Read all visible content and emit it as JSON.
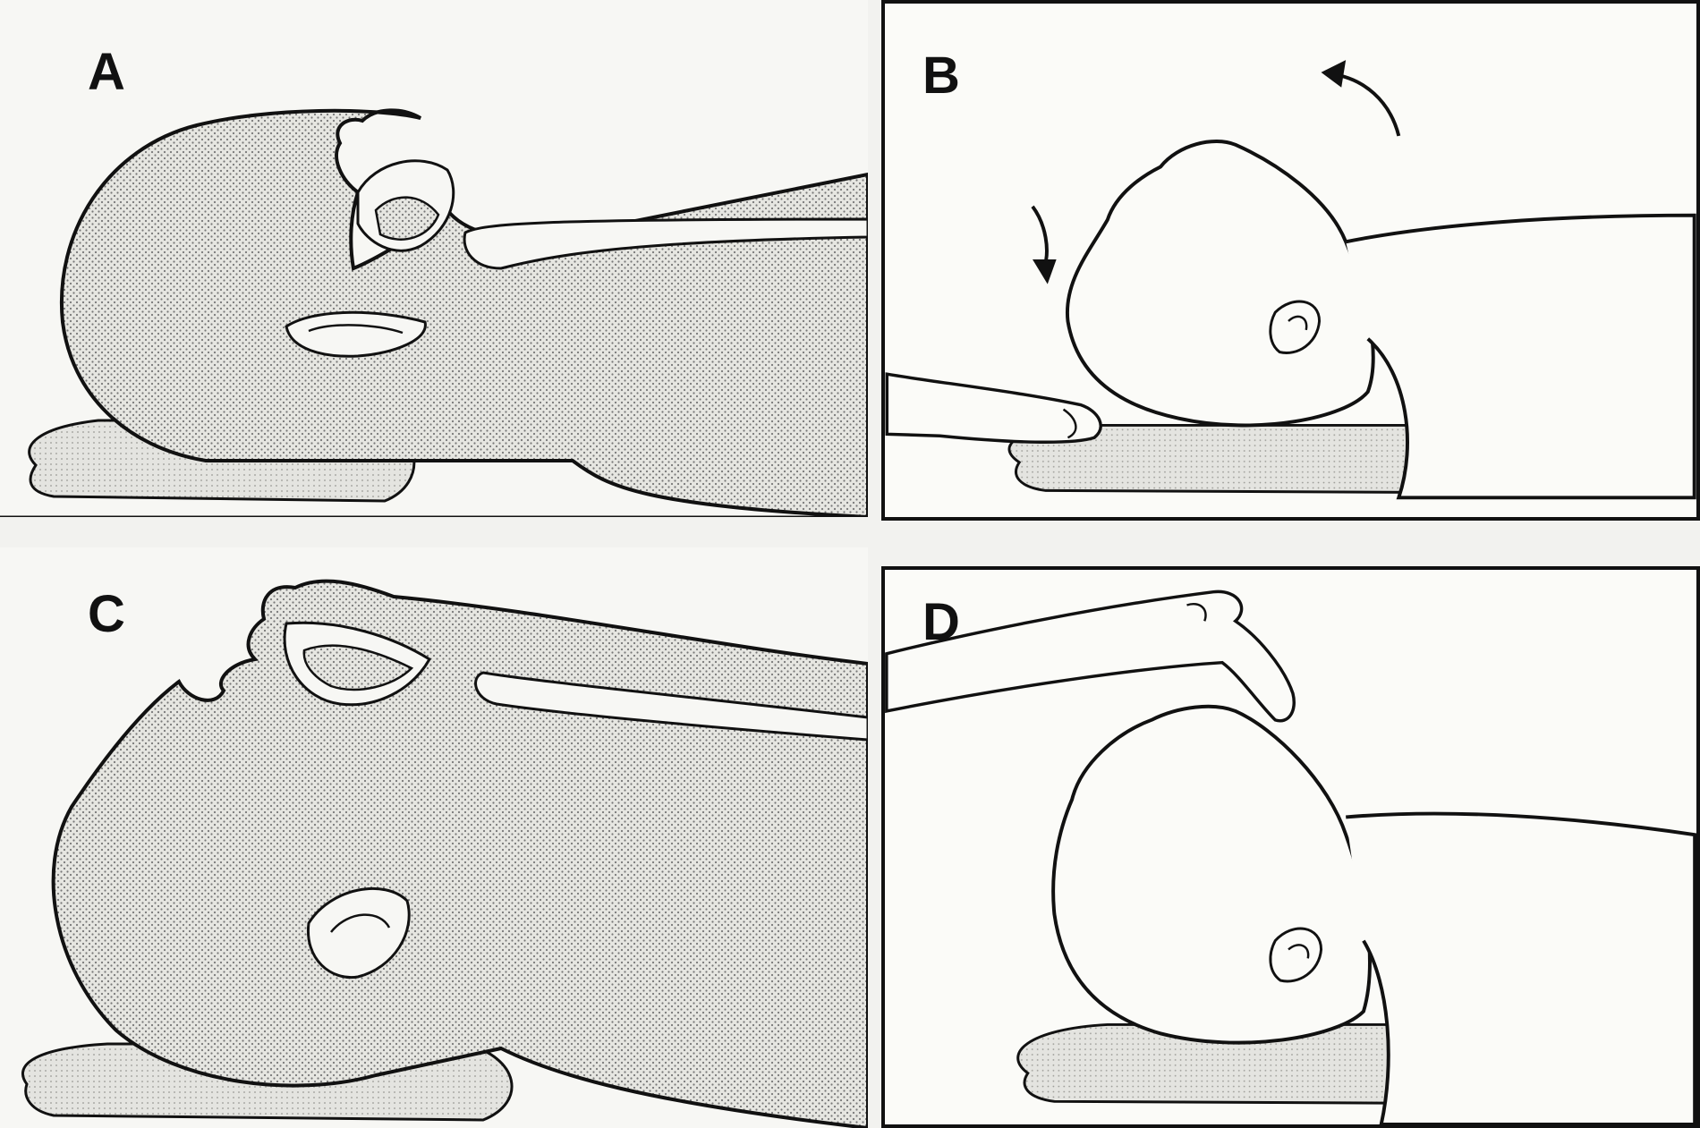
{
  "panels": [
    {
      "id": "A",
      "label": "A"
    },
    {
      "id": "B",
      "label": "B"
    },
    {
      "id": "C",
      "label": "C"
    },
    {
      "id": "D",
      "label": "D"
    }
  ],
  "colors": {
    "ink": "#111111",
    "stipple": "#cfcfcb",
    "paper": "#f7f7f4"
  }
}
